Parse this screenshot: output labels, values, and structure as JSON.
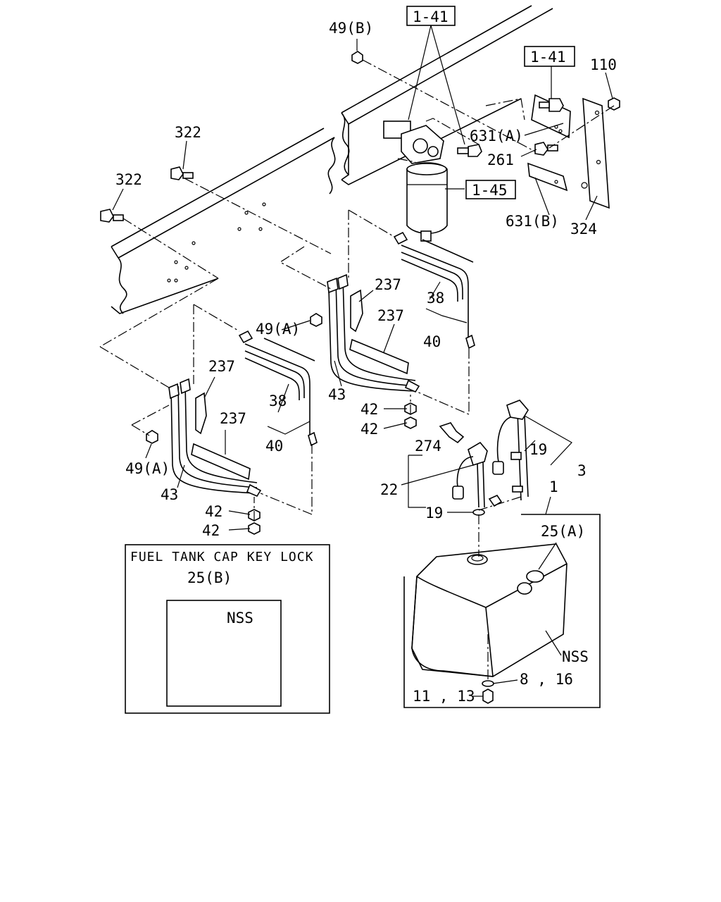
{
  "diagram": {
    "callouts": {
      "ref_141_top": "1-41",
      "ref_141_right": "1-41",
      "ref_145": "1-45",
      "c_49b": "49(B)",
      "c_110": "110",
      "c_322_a": "322",
      "c_322_b": "322",
      "c_631a": "631(A)",
      "c_261": "261",
      "c_631b": "631(B)",
      "c_324": "324",
      "c_237_a": "237",
      "c_237_b": "237",
      "c_237_c": "237",
      "c_237_d": "237",
      "c_38_a": "38",
      "c_38_b": "38",
      "c_40_a": "40",
      "c_40_b": "40",
      "c_49a_a": "49(A)",
      "c_49a_b": "49(A)",
      "c_43_a": "43",
      "c_43_b": "43",
      "c_42_a": "42",
      "c_42_b": "42",
      "c_42_c": "42",
      "c_42_d": "42",
      "c_274": "274",
      "c_19_a": "19",
      "c_19_b": "19",
      "c_3": "3",
      "c_22": "22",
      "c_1": "1",
      "c_25a": "25(A)",
      "c_nss_tank": "NSS",
      "c_8_16": "8 , 16",
      "c_11_13": "11 , 13"
    },
    "inset": {
      "title": "FUEL TANK CAP KEY LOCK",
      "part": "25(B)",
      "nss": "NSS"
    }
  }
}
